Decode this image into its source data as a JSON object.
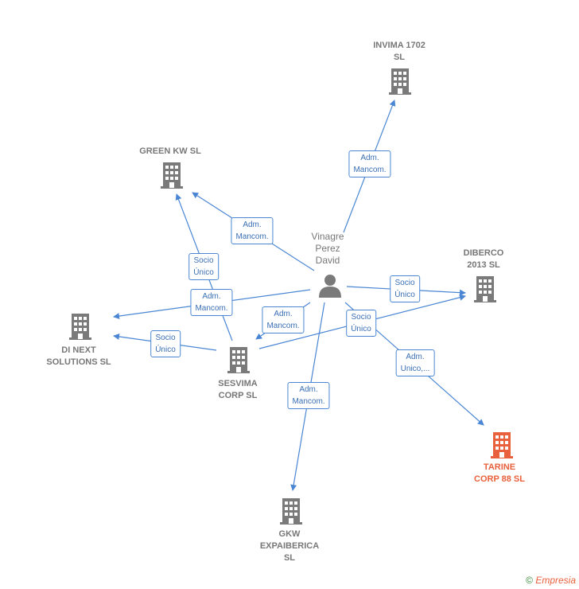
{
  "nodes": {
    "person": "Vinagre\nPerez\nDavid",
    "invima": "INVIMA 1702\nSL",
    "green": "GREEN KW  SL",
    "diberco": "DIBERCO\n2013 SL",
    "dinext": "DI NEXT\nSOLUTIONS  SL",
    "sesvima": "SESVIMA\nCORP  SL",
    "tarine": "TARINE\nCORP 88  SL",
    "gkw": "GKW\nEXPAIBERICA\nSL"
  },
  "edges": {
    "invima": "Adm.\nMancom.",
    "green": "Adm.\nMancom.",
    "sesvima_green": "Socio\nÚnico",
    "dinext_person": "Adm.\nMancom.",
    "sesvima_person": "Adm.\nMancom.",
    "diberco": "Socio\nÚnico",
    "sesvima_diberco": "Socio\nÚnico",
    "sesvima_dinext": "Socio\nÚnico",
    "tarine": "Adm.\nUnico,...",
    "gkw": "Adm.\nMancom."
  },
  "footer": {
    "copyright": "©",
    "brand": "Empresia"
  },
  "colors": {
    "edge": "#4a86d4",
    "building": "#7a7a7a",
    "highlight": "#e8603c"
  }
}
